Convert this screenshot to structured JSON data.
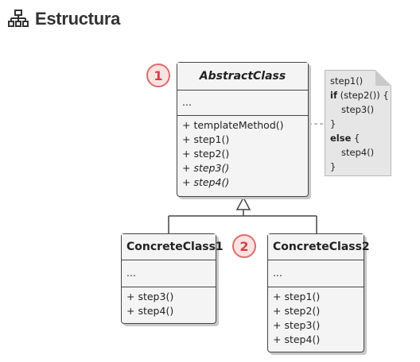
{
  "header": {
    "title": "Estructura",
    "icon": "structure-icon"
  },
  "badges": {
    "one": "1",
    "two": "2"
  },
  "abstract_class": {
    "name": "AbstractClass",
    "fields": "...",
    "methods": [
      "+ templateMethod()",
      "+ step1()",
      "+ step2()",
      "+ step3()",
      "+ step4()"
    ]
  },
  "note": {
    "lines": [
      "step1()",
      "if",
      " (step2()) {",
      "step3()",
      "}",
      "else",
      " {",
      "step4()",
      "}"
    ]
  },
  "concrete1": {
    "name": "ConcreteClass1",
    "fields": "...",
    "methods": [
      "+ step3()",
      "+ step4()"
    ]
  },
  "concrete2": {
    "name": "ConcreteClass2",
    "fields": "...",
    "methods": [
      "+ step1()",
      "+ step2()",
      "+ step3()",
      "+ step4()"
    ]
  },
  "colors": {
    "badge_bg": "#fbe3e3",
    "badge_border": "#e06a6a",
    "badge_text": "#d24242",
    "box_bg": "#f4f4f4"
  }
}
